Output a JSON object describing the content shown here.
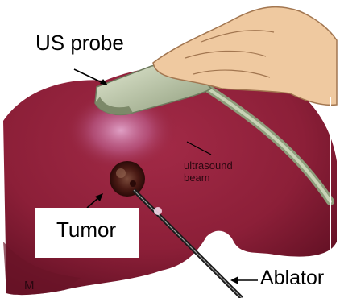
{
  "labels": {
    "probe": "US probe",
    "tumor": "Tumor",
    "ablator": "Ablator",
    "beam": "ultrasound\nbeam",
    "corner_mark": "M"
  },
  "colors": {
    "liver": "#8c1f38",
    "liver_dark": "#5e0f22",
    "beam_glow": "#c26a9c",
    "tumor": "#4a1a14",
    "probe": "#b9c7a5",
    "hand": "#efc9a0"
  },
  "icons": {
    "hand": "hand-icon",
    "probe": "ultrasound-probe-icon",
    "needle": "ablator-needle-icon"
  }
}
